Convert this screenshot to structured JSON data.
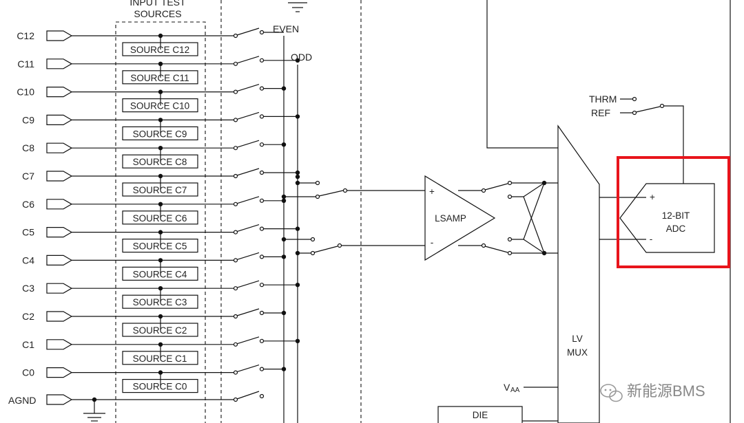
{
  "input_test_sources": {
    "title_line1": "INPUT TEST",
    "title_line2": "SOURCES"
  },
  "cell_inputs": [
    {
      "pin": "C12",
      "source": "SOURCE C12"
    },
    {
      "pin": "C11",
      "source": "SOURCE C11"
    },
    {
      "pin": "C10",
      "source": "SOURCE C10"
    },
    {
      "pin": "C9",
      "source": "SOURCE C9"
    },
    {
      "pin": "C8",
      "source": "SOURCE C8"
    },
    {
      "pin": "C7",
      "source": "SOURCE C7"
    },
    {
      "pin": "C6",
      "source": "SOURCE C6"
    },
    {
      "pin": "C5",
      "source": "SOURCE C5"
    },
    {
      "pin": "C4",
      "source": "SOURCE C4"
    },
    {
      "pin": "C3",
      "source": "SOURCE C3"
    },
    {
      "pin": "C2",
      "source": "SOURCE C2"
    },
    {
      "pin": "C1",
      "source": "SOURCE C1"
    },
    {
      "pin": "C0",
      "source": "SOURCE C0"
    }
  ],
  "agnd": "AGND",
  "bus": {
    "even": "EVEN",
    "odd": "ODD"
  },
  "lsamp": {
    "label": "LSAMP",
    "plus": "+",
    "minus": "-"
  },
  "lv_mux": {
    "line1": "LV",
    "line2": "MUX"
  },
  "vaa": {
    "main": "V",
    "sub": "AA"
  },
  "die": "DIE",
  "thrm": "THRM",
  "ref": "REF",
  "adc": {
    "line1": "12-BIT",
    "line2": "ADC",
    "plus": "+",
    "minus": "-"
  },
  "highlight_color": "#e8141b",
  "watermark": "新能源BMS"
}
